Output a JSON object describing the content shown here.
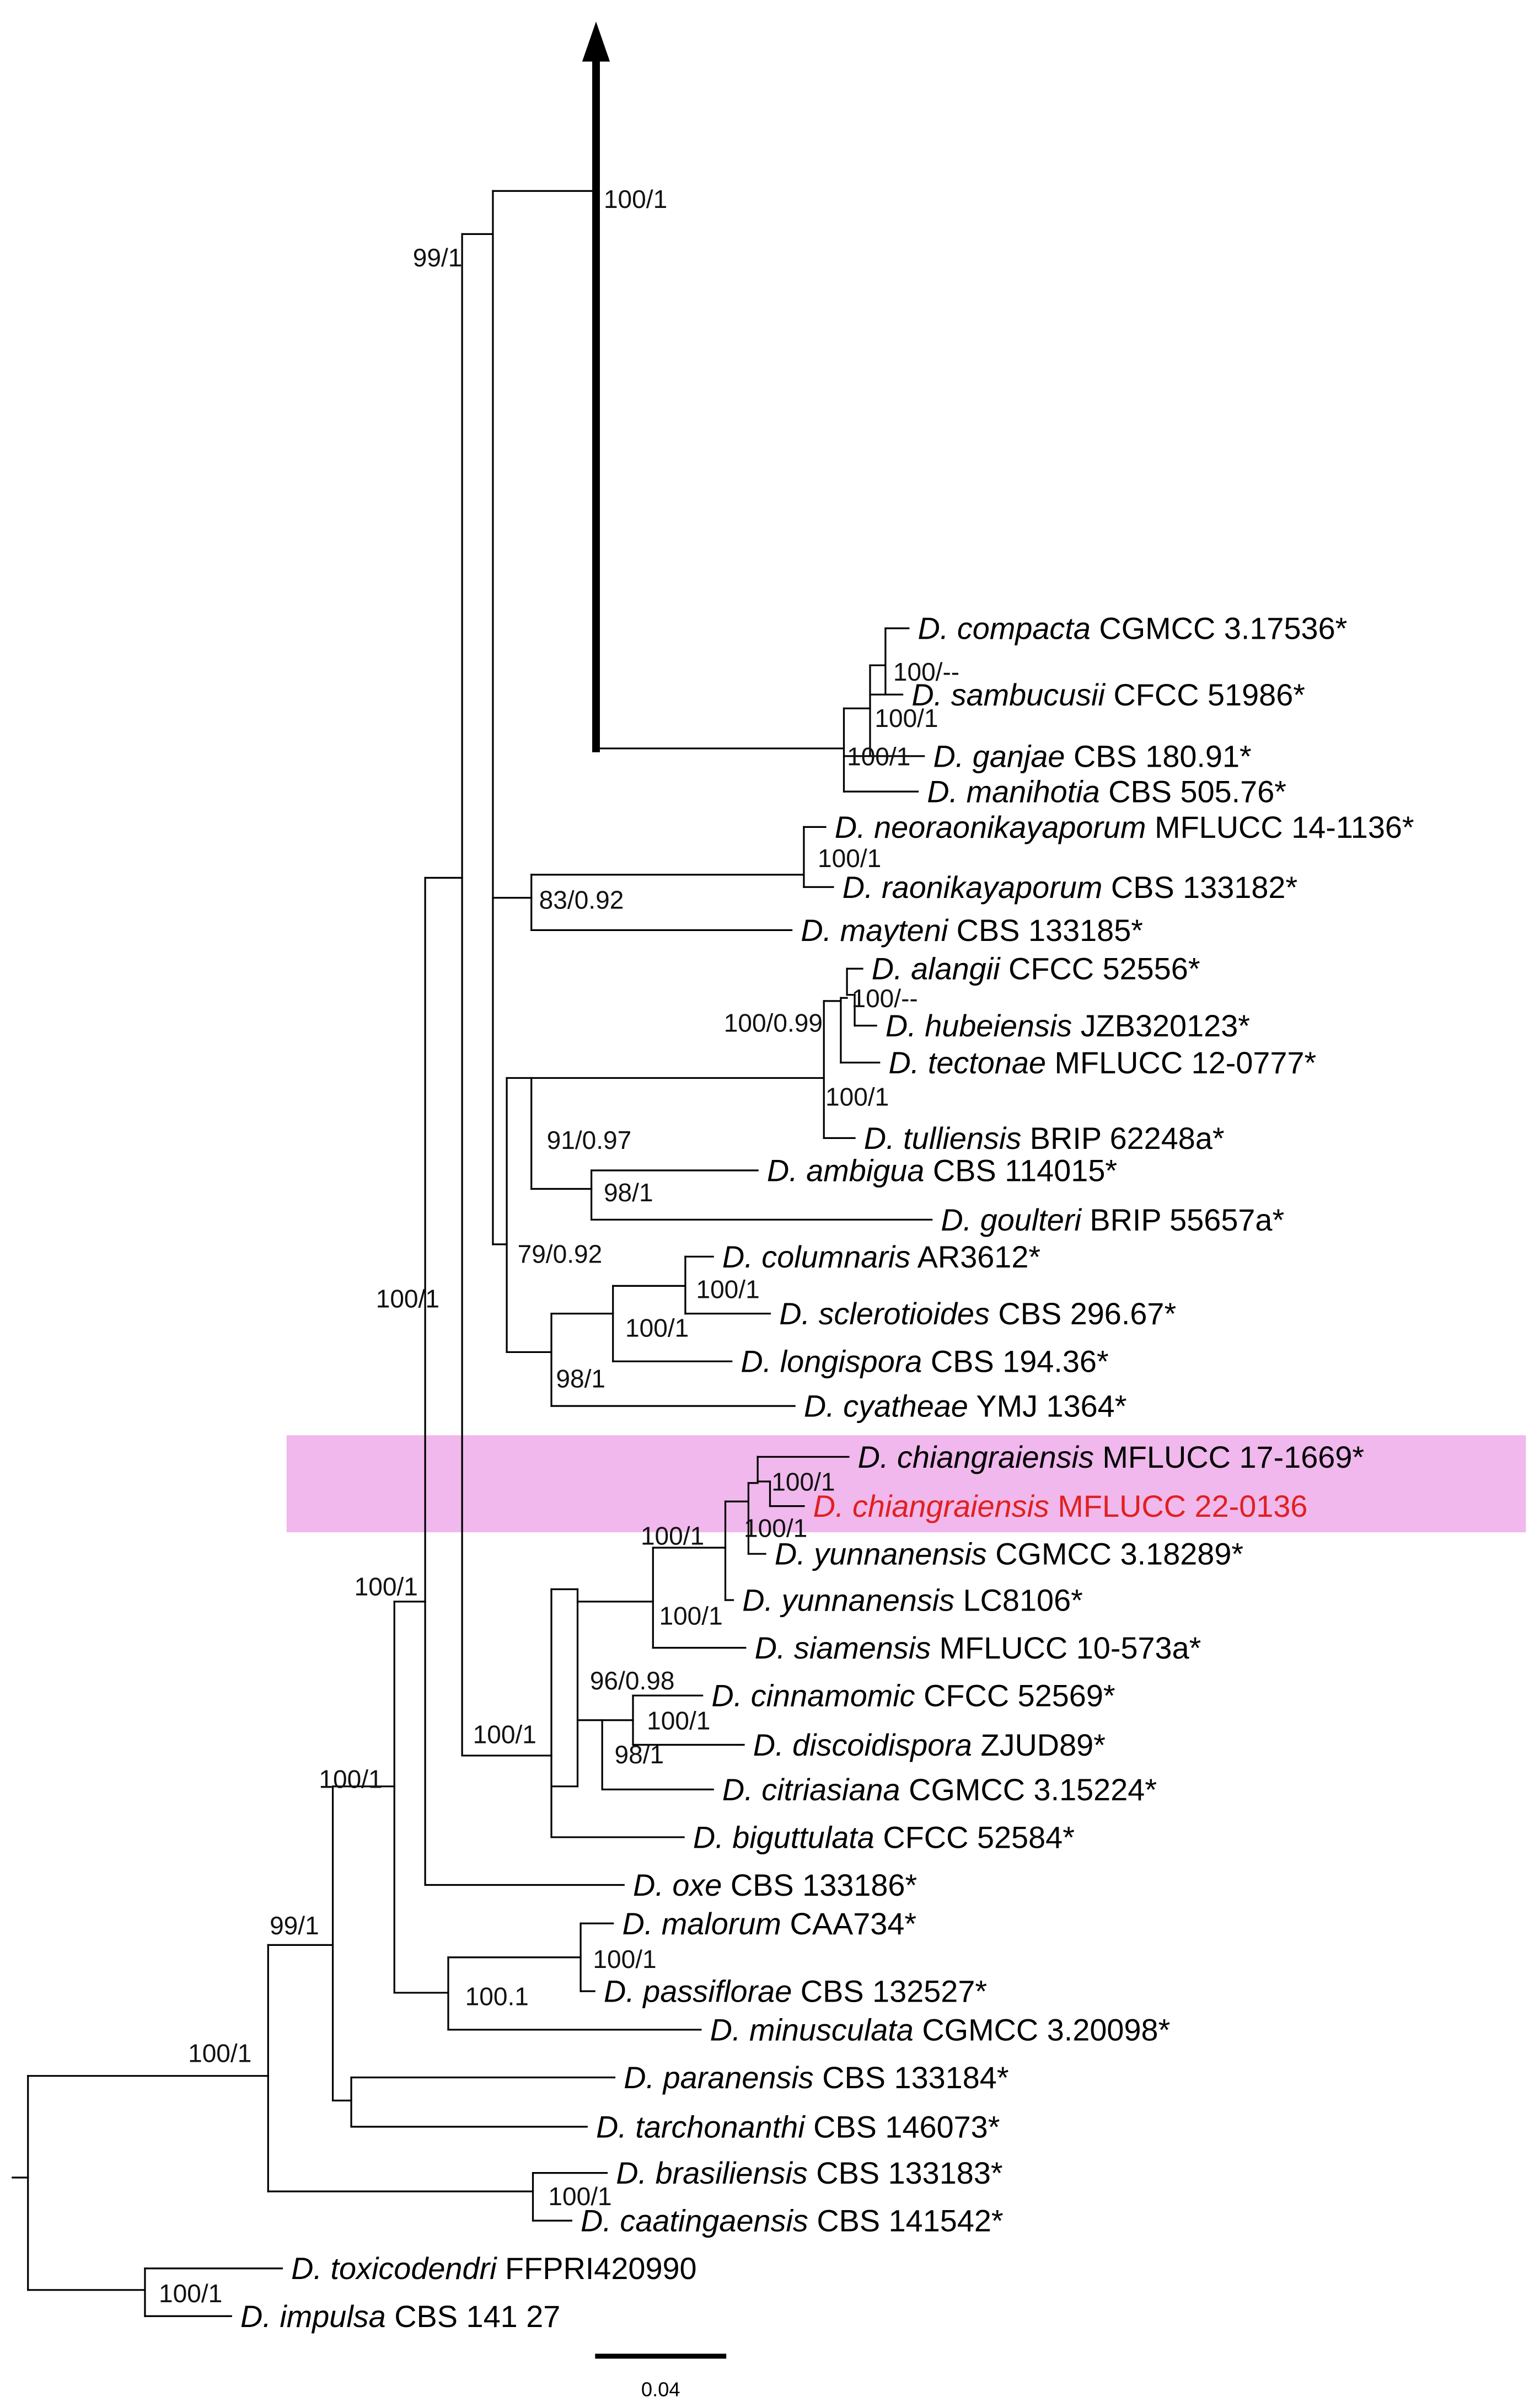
{
  "highlight_color": "#f0b8ec",
  "new_strain_color": "#e02020",
  "tips": [
    {
      "id": "compacta",
      "genus": "D.",
      "epithet": "compacta",
      "strain": "CGMCC 3.17536*"
    },
    {
      "id": "sambucusii",
      "genus": "D.",
      "epithet": "sambucusii",
      "strain": "CFCC 51986*"
    },
    {
      "id": "ganjae",
      "genus": "D.",
      "epithet": "ganjae",
      "strain": "CBS 180.91*"
    },
    {
      "id": "manihotia",
      "genus": "D.",
      "epithet": "manihotia",
      "strain": "CBS 505.76*"
    },
    {
      "id": "neoraonikayaporum",
      "genus": "D.",
      "epithet": "neoraonikayaporum",
      "strain": "MFLUCC 14-1136*"
    },
    {
      "id": "raonikayaporum",
      "genus": "D.",
      "epithet": "raonikayaporum",
      "strain": "CBS 133182*"
    },
    {
      "id": "mayteni",
      "genus": "D.",
      "epithet": "mayteni",
      "strain": "CBS 133185*"
    },
    {
      "id": "alangii",
      "genus": "D.",
      "epithet": "alangii",
      "strain": "CFCC 52556*"
    },
    {
      "id": "hubeiensis",
      "genus": "D.",
      "epithet": "hubeiensis",
      "strain": "JZB320123*"
    },
    {
      "id": "tectonae",
      "genus": "D.",
      "epithet": "tectonae",
      "strain": "MFLUCC 12-0777*"
    },
    {
      "id": "tulliensis",
      "genus": "D.",
      "epithet": "tulliensis",
      "strain": "BRIP 62248a*"
    },
    {
      "id": "ambigua",
      "genus": "D.",
      "epithet": "ambigua",
      "strain": "CBS 114015*"
    },
    {
      "id": "goulteri",
      "genus": "D.",
      "epithet": "goulteri",
      "strain": "BRIP 55657a*"
    },
    {
      "id": "columnaris",
      "genus": "D.",
      "epithet": "columnaris",
      "strain": "AR3612*"
    },
    {
      "id": "sclerotioides",
      "genus": "D.",
      "epithet": "sclerotioides",
      "strain": "CBS 296.67*"
    },
    {
      "id": "longispora",
      "genus": "D.",
      "epithet": "longispora",
      "strain": "CBS 194.36*"
    },
    {
      "id": "cyatheae",
      "genus": "D.",
      "epithet": "cyatheae",
      "strain": "YMJ 1364*"
    },
    {
      "id": "chiangraiensis1",
      "genus": "D.",
      "epithet": "chiangraiensis",
      "strain": "MFLUCC 17-1669*"
    },
    {
      "id": "chiangraiensis2",
      "genus": "D.",
      "epithet": "chiangraiensis",
      "strain": "MFLUCC 22-0136",
      "new": true
    },
    {
      "id": "yunnanensis1",
      "genus": "D.",
      "epithet": "yunnanensis",
      "strain": "CGMCC 3.18289*"
    },
    {
      "id": "yunnanensis2",
      "genus": "D.",
      "epithet": "yunnanensis",
      "strain": "LC8106*"
    },
    {
      "id": "siamensis",
      "genus": "D.",
      "epithet": "siamensis",
      "strain": "MFLUCC 10-573a*"
    },
    {
      "id": "cinnamomic",
      "genus": "D.",
      "epithet": "cinnamomic",
      "strain": "CFCC 52569*"
    },
    {
      "id": "discoidispora",
      "genus": "D.",
      "epithet": "discoidispora",
      "strain": "ZJUD89*"
    },
    {
      "id": "citriasiana",
      "genus": "D.",
      "epithet": "citriasiana",
      "strain": "CGMCC 3.15224*"
    },
    {
      "id": "biguttulata",
      "genus": "D.",
      "epithet": "biguttulata",
      "strain": "CFCC 52584*"
    },
    {
      "id": "oxe",
      "genus": "D.",
      "epithet": "oxe",
      "strain": "CBS 133186*"
    },
    {
      "id": "malorum",
      "genus": "D.",
      "epithet": "malorum",
      "strain": "CAA734*"
    },
    {
      "id": "passiflorae",
      "genus": "D.",
      "epithet": "passiflorae",
      "strain": "CBS 132527*"
    },
    {
      "id": "minusculata",
      "genus": "D.",
      "epithet": "minusculata",
      "strain": "CGMCC 3.20098*"
    },
    {
      "id": "paranensis",
      "genus": "D.",
      "epithet": "paranensis",
      "strain": "CBS 133184*"
    },
    {
      "id": "tarchonanthi",
      "genus": "D.",
      "epithet": "tarchonanthi",
      "strain": "CBS 146073*"
    },
    {
      "id": "brasiliensis",
      "genus": "D.",
      "epithet": "brasiliensis",
      "strain": "CBS 133183*"
    },
    {
      "id": "caatingaensis",
      "genus": "D.",
      "epithet": "caatingaensis",
      "strain": "CBS 141542*"
    },
    {
      "id": "toxicodendri",
      "genus": "D.",
      "epithet": "toxicodendri",
      "strain": "FFPRI420990"
    },
    {
      "id": "impulsa",
      "genus": "D.",
      "epithet": "impulsa",
      "strain": "CBS 141 27"
    }
  ],
  "support_values": [
    {
      "id": "s_top",
      "text": "100/1"
    },
    {
      "id": "s_99a",
      "text": "99/1"
    },
    {
      "id": "s_comp",
      "text": "100/--"
    },
    {
      "id": "s_samb",
      "text": "100/1"
    },
    {
      "id": "s_ganj",
      "text": "100/1"
    },
    {
      "id": "s_neor",
      "text": "100/1"
    },
    {
      "id": "s_83",
      "text": "83/0.92"
    },
    {
      "id": "s_alan",
      "text": "100/--"
    },
    {
      "id": "s_100_099",
      "text": "100/0.99"
    },
    {
      "id": "s_tect",
      "text": "100/1"
    },
    {
      "id": "s_91",
      "text": "91/0.97"
    },
    {
      "id": "s_98a",
      "text": "98/1"
    },
    {
      "id": "s_79",
      "text": "79/0.92"
    },
    {
      "id": "s_colu",
      "text": "100/1"
    },
    {
      "id": "s_colsc",
      "text": "100/1"
    },
    {
      "id": "s_98b",
      "text": "98/1"
    },
    {
      "id": "s_100b",
      "text": "100/1"
    },
    {
      "id": "s_chia",
      "text": "100/1"
    },
    {
      "id": "s_chia2",
      "text": "100/1"
    },
    {
      "id": "s_yun",
      "text": "100/1"
    },
    {
      "id": "s_sia",
      "text": "100/1"
    },
    {
      "id": "s_96",
      "text": "96/0.98"
    },
    {
      "id": "s_cin",
      "text": "100/1"
    },
    {
      "id": "s_98c",
      "text": "98/1"
    },
    {
      "id": "s_cita",
      "text": "100/1"
    },
    {
      "id": "s_100c",
      "text": "100/1"
    },
    {
      "id": "s_100d",
      "text": "100/1"
    },
    {
      "id": "s_mal",
      "text": "100/1"
    },
    {
      "id": "s_1001",
      "text": "100.1"
    },
    {
      "id": "s_99b",
      "text": "99/1"
    },
    {
      "id": "s_root",
      "text": "100/1"
    },
    {
      "id": "s_bras",
      "text": "100/1"
    },
    {
      "id": "s_tox",
      "text": "100/1"
    }
  ],
  "scale_bar": {
    "label": "0.04"
  }
}
